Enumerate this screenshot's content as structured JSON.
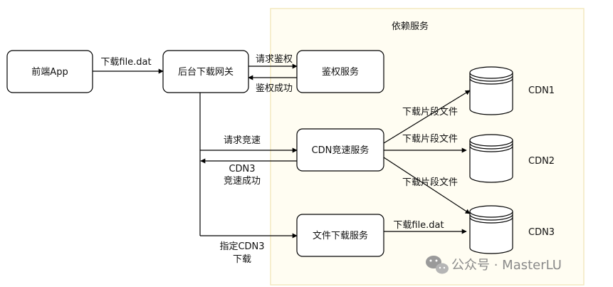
{
  "region": {
    "label": "依赖服务",
    "fill": "#fffdf2",
    "stroke": "#f3e9c0"
  },
  "nodes": {
    "frontend_app": "前端App",
    "gateway": "后台下载网关",
    "auth": "鉴权服务",
    "cdn_race": "CDN竞速服务",
    "file_download": "文件下载服务",
    "cdn1": "CDN1",
    "cdn2": "CDN2",
    "cdn3": "CDN3"
  },
  "edges": {
    "app_to_gateway": "下载file.dat",
    "gateway_to_auth": "请求鉴权",
    "auth_to_gateway": "鉴权成功",
    "gateway_to_race": "请求竞速",
    "race_to_gateway_line1": "CDN3",
    "race_to_gateway_line2": "竞速成功",
    "gateway_to_file_line1": "指定CDN3",
    "gateway_to_file_line2": "下载",
    "race_to_cdn1": "下载片段文件",
    "race_to_cdn2": "下载片段文件",
    "race_to_cdn3": "下载片段文件",
    "file_to_cdn3": "下载file.dat"
  },
  "watermark": {
    "text": "公众号 · MasterLU",
    "icon": "wechat-icon"
  },
  "colors": {
    "stroke": "#000000",
    "text": "#111111",
    "watermark": "#8a8a8a"
  }
}
